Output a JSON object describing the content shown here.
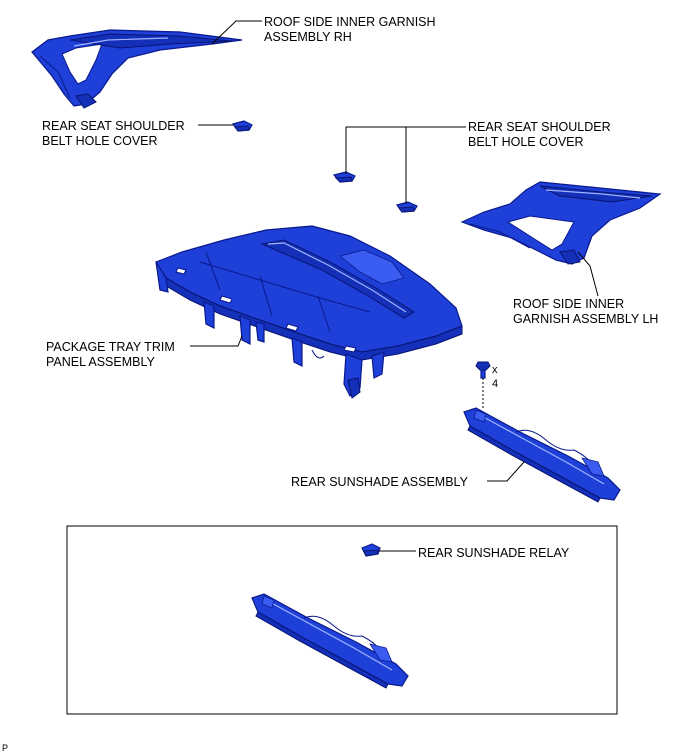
{
  "labels": {
    "roof_rh_line1": "ROOF SIDE INNER GARNISH",
    "roof_rh_line2": "ASSEMBLY RH",
    "cover_left_line1": "REAR SEAT SHOULDER",
    "cover_left_line2": "BELT HOLE COVER",
    "cover_right_line1": "REAR SEAT SHOULDER",
    "cover_right_line2": "BELT HOLE COVER",
    "roof_lh_line1": "ROOF SIDE INNER",
    "roof_lh_line2": "GARNISH ASSEMBLY LH",
    "tray_line1": "PACKAGE TRAY TRIM",
    "tray_line2": "PANEL ASSEMBLY",
    "sunshade": "REAR SUNSHADE ASSEMBLY",
    "relay": "REAR SUNSHADE RELAY",
    "screw_count_x": "x",
    "screw_count_n": "4",
    "figure_code": "P"
  },
  "colors": {
    "part_fill": "#1f3fd9",
    "part_outline": "#0a1a8c"
  },
  "icons": [
    "roof-side-garnish-rh-icon",
    "roof-side-garnish-lh-icon",
    "belt-hole-cover-icon",
    "package-tray-icon",
    "sunshade-icon",
    "relay-icon",
    "screw-icon"
  ]
}
